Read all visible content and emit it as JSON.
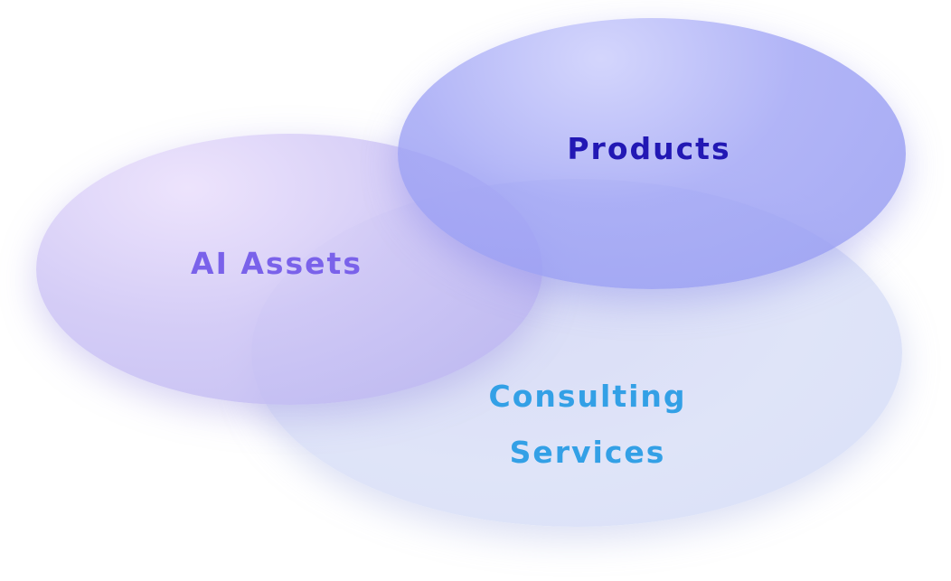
{
  "diagram": {
    "type": "venn",
    "sets": [
      {
        "id": "products",
        "label": "Products",
        "color": "#2218b4",
        "fill": "#a4a8f4"
      },
      {
        "id": "ai_assets",
        "label": "AI Assets",
        "color": "#7a62ea",
        "fill": "#c9c1f3"
      },
      {
        "id": "consulting",
        "label_lines": [
          "Consulting",
          "Services"
        ],
        "color": "#33a0e6",
        "fill": "#dde3f8"
      }
    ]
  }
}
